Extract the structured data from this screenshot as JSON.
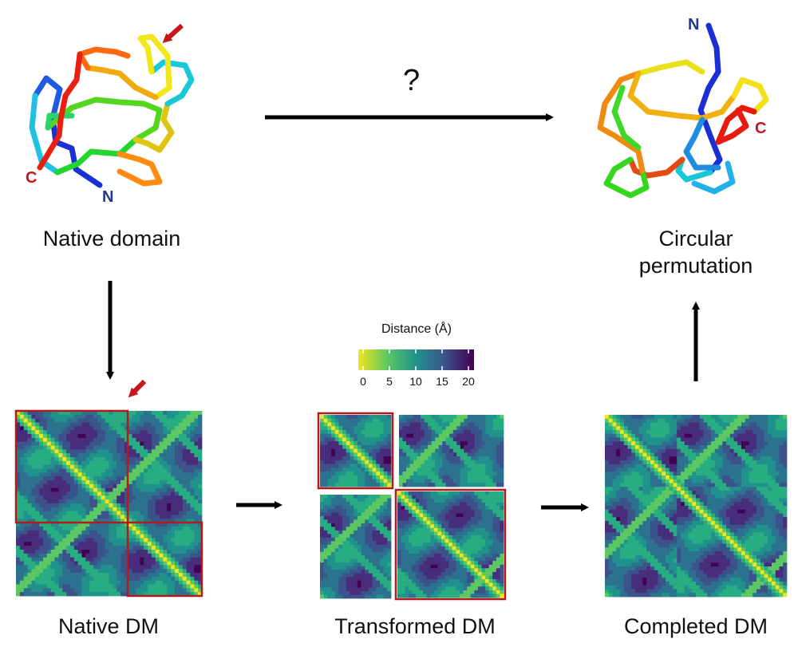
{
  "labels": {
    "native_domain": "Native domain",
    "circular_1": "Circular",
    "circular_2": "permutation",
    "native_dm": "Native DM",
    "transformed_dm": "Transformed DM",
    "completed_dm": "Completed DM",
    "question": "?"
  },
  "termini": {
    "n": "N",
    "c": "C"
  },
  "colorbar": {
    "title": "Distance (Å)",
    "ticks": [
      "0",
      "5",
      "10",
      "15",
      "20"
    ],
    "colors": [
      "#f2e51d",
      "#5cc863",
      "#21918c",
      "#3b528b",
      "#440154"
    ]
  },
  "colors": {
    "arrow": "#000000",
    "box": "#b31b1b",
    "marker_arrow": "#c4161c",
    "n_color": "#1f3a93",
    "c_color": "#c4161c"
  }
}
